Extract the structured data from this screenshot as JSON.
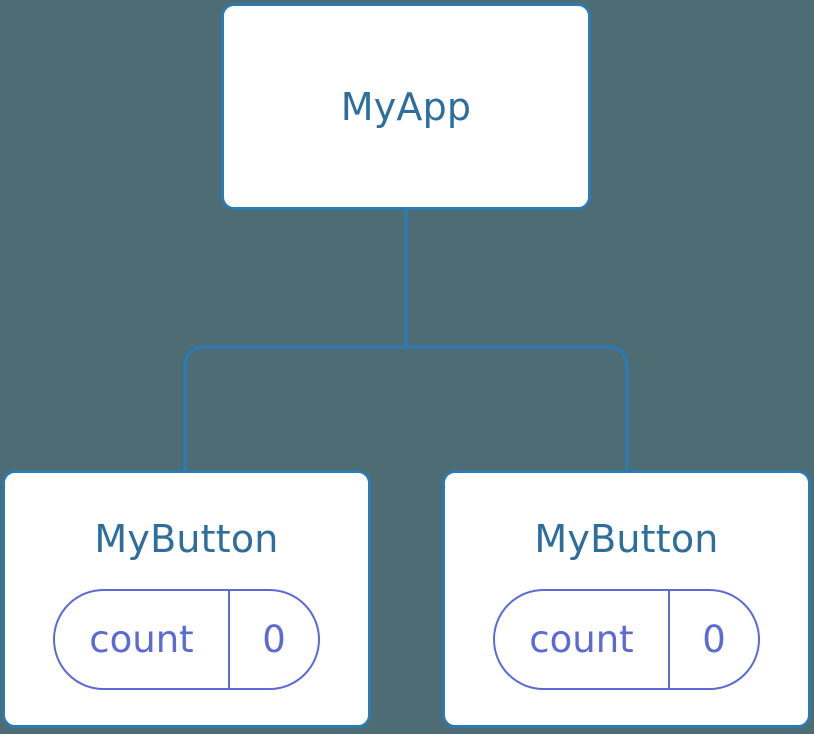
{
  "diagram": {
    "type": "component-tree",
    "background_color": "#4d6c74",
    "node_border_color": "#2e7ab0",
    "node_fill_color": "#ffffff",
    "node_title_color": "#2d6e9c",
    "pill_color": "#5b6ad4",
    "edge_color": "#2e7ab0"
  },
  "root": {
    "title": "MyApp"
  },
  "children": [
    {
      "title": "MyButton",
      "state": {
        "key": "count",
        "value": "0"
      }
    },
    {
      "title": "MyButton",
      "state": {
        "key": "count",
        "value": "0"
      }
    }
  ]
}
